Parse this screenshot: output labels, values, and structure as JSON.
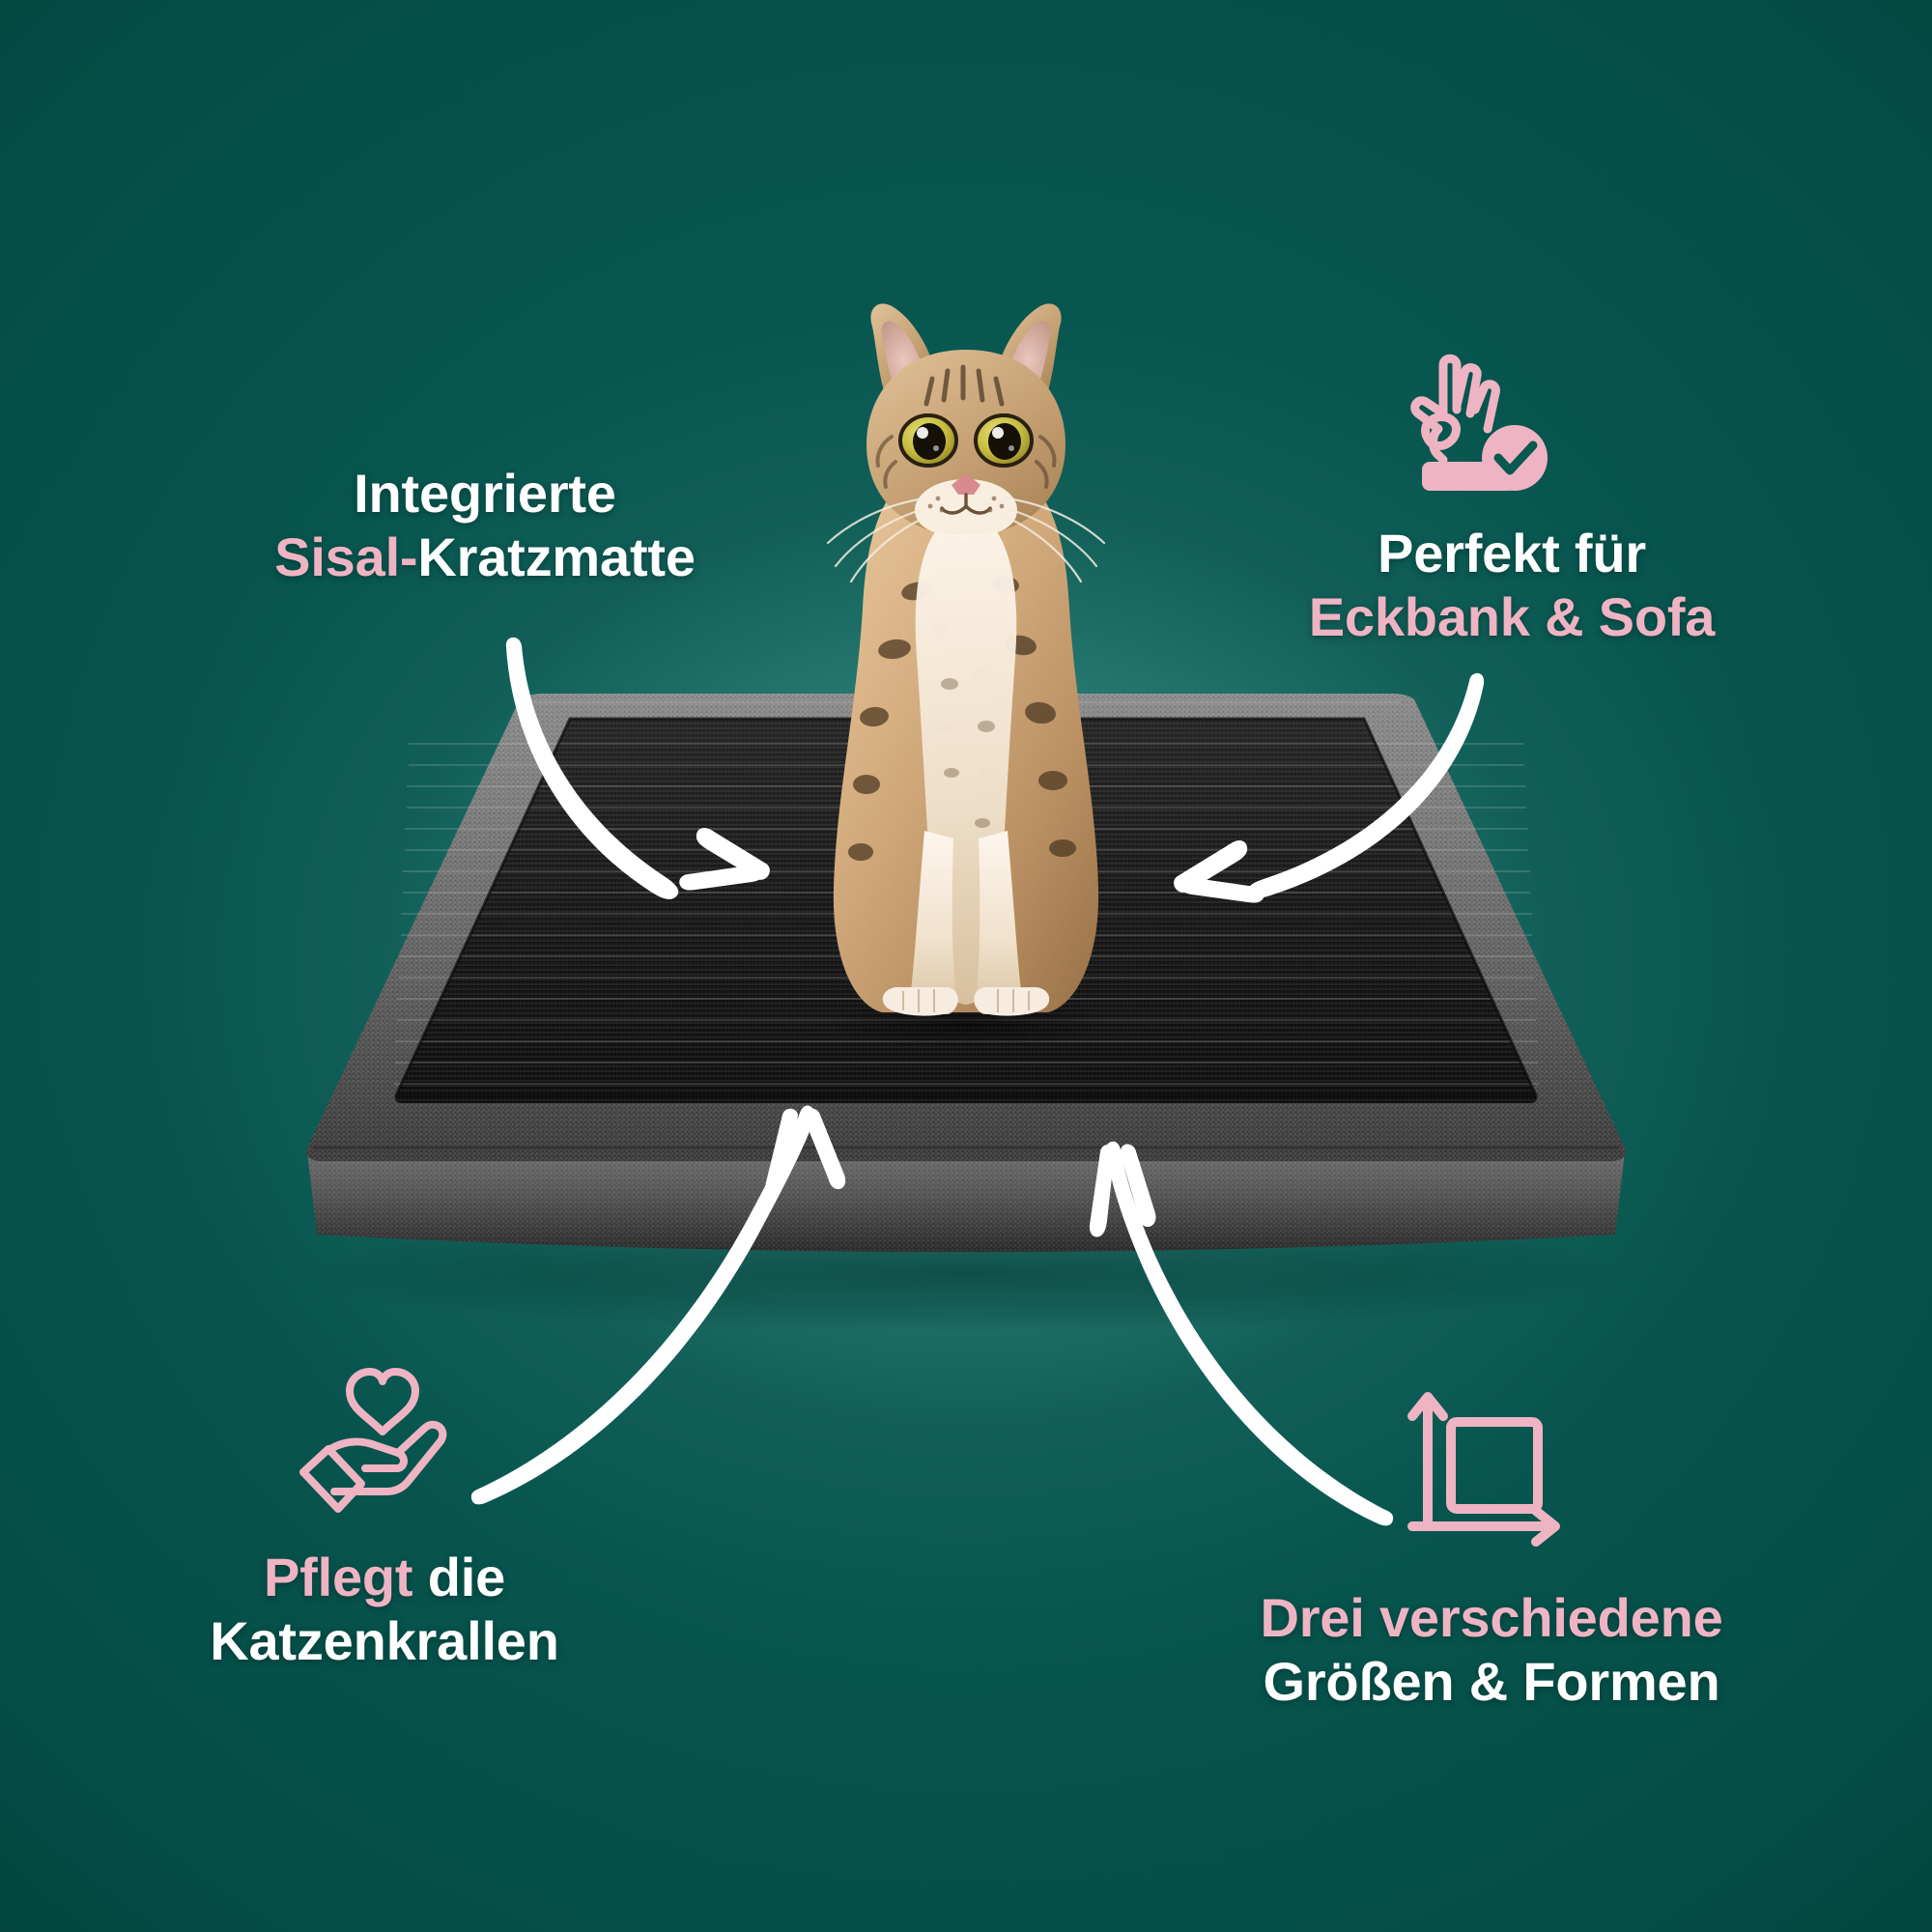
{
  "meta": {
    "language": "de",
    "kind": "product-feature-infographic",
    "subject": "Katzen-Kratzmatte mit Sisal"
  },
  "colors": {
    "background_dark_teal": "#06564f",
    "background_glow_teal": "#3e968c",
    "accent_pink": "#efb4c3",
    "text_white": "#ffffff",
    "mat_border_gray": "#6f6f6f",
    "mat_sisal_black": "#141414"
  },
  "callouts": [
    {
      "id": "top-left",
      "icon": null,
      "lines": [
        {
          "segments": [
            {
              "text": "Integrierte",
              "color": "white"
            }
          ]
        },
        {
          "segments": [
            {
              "text": "Sisal-",
              "color": "pink"
            },
            {
              "text": "Kratzmatte",
              "color": "white"
            }
          ]
        }
      ],
      "plain_text": "Integrierte Sisal-Kratzmatte",
      "arrow": "curved-arrow-down-right"
    },
    {
      "id": "top-right",
      "icon": "ok-hand-check-icon",
      "lines": [
        {
          "segments": [
            {
              "text": "Perfekt für",
              "color": "white"
            }
          ]
        },
        {
          "segments": [
            {
              "text": "Eckbank & Sofa",
              "color": "pink"
            }
          ]
        }
      ],
      "plain_text": "Perfekt für Eckbank & Sofa",
      "arrow": "curved-arrow-down-left"
    },
    {
      "id": "bottom-left",
      "icon": "hand-heart-icon",
      "lines": [
        {
          "segments": [
            {
              "text": "Pflegt",
              "color": "pink"
            },
            {
              "text": " die",
              "color": "white"
            }
          ]
        },
        {
          "segments": [
            {
              "text": "Katzenkrallen",
              "color": "white"
            }
          ]
        }
      ],
      "plain_text": "Pflegt die Katzenkrallen",
      "arrow": "curved-arrow-up-right"
    },
    {
      "id": "bottom-right",
      "icon": "dimensions-square-icon",
      "lines": [
        {
          "segments": [
            {
              "text": "Drei verschiedene",
              "color": "pink"
            }
          ]
        },
        {
          "segments": [
            {
              "text": "Größen & Formen",
              "color": "white"
            }
          ]
        }
      ],
      "plain_text": "Drei verschiedene Größen & Formen",
      "arrow": "curved-arrow-up-left"
    }
  ],
  "text": {
    "tl_line1": "Integrierte",
    "tl_line2_pink": "Sisal-",
    "tl_line2_white": "Kratzmatte",
    "tr_line1": "Perfekt für",
    "tr_line2": "Eckbank & Sofa",
    "bl_line1_pink": "Pflegt",
    "bl_line1_white": " die",
    "bl_line2": "Katzenkrallen",
    "br_line1": "Drei verschiedene",
    "br_line2": "Größen & Formen"
  },
  "icons": {
    "ok_hand": "ok-hand-check-icon",
    "hand_heart": "hand-heart-icon",
    "dimensions": "dimensions-square-icon"
  },
  "product": {
    "name": "Kratzmatte",
    "surface": "Sisal",
    "border": "Stoffkante",
    "alt": "Graue Kratzmatte mit schwarzer Sisal-Fläche"
  },
  "animal": {
    "alt": "Bengalkatze sitzt auf der Kratzmatte"
  },
  "arrows": [
    {
      "id": "arrow-top-left",
      "direction": "down-right",
      "from": "top-left-callout",
      "to": "mat-sisal-surface"
    },
    {
      "id": "arrow-top-right",
      "direction": "down-left",
      "from": "top-right-callout",
      "to": "mat-sisal-surface"
    },
    {
      "id": "arrow-bottom-left",
      "direction": "up-right",
      "from": "bottom-left-callout",
      "to": "mat-surface"
    },
    {
      "id": "arrow-bottom-right",
      "direction": "up-left",
      "from": "bottom-right-callout",
      "to": "mat-surface"
    }
  ]
}
